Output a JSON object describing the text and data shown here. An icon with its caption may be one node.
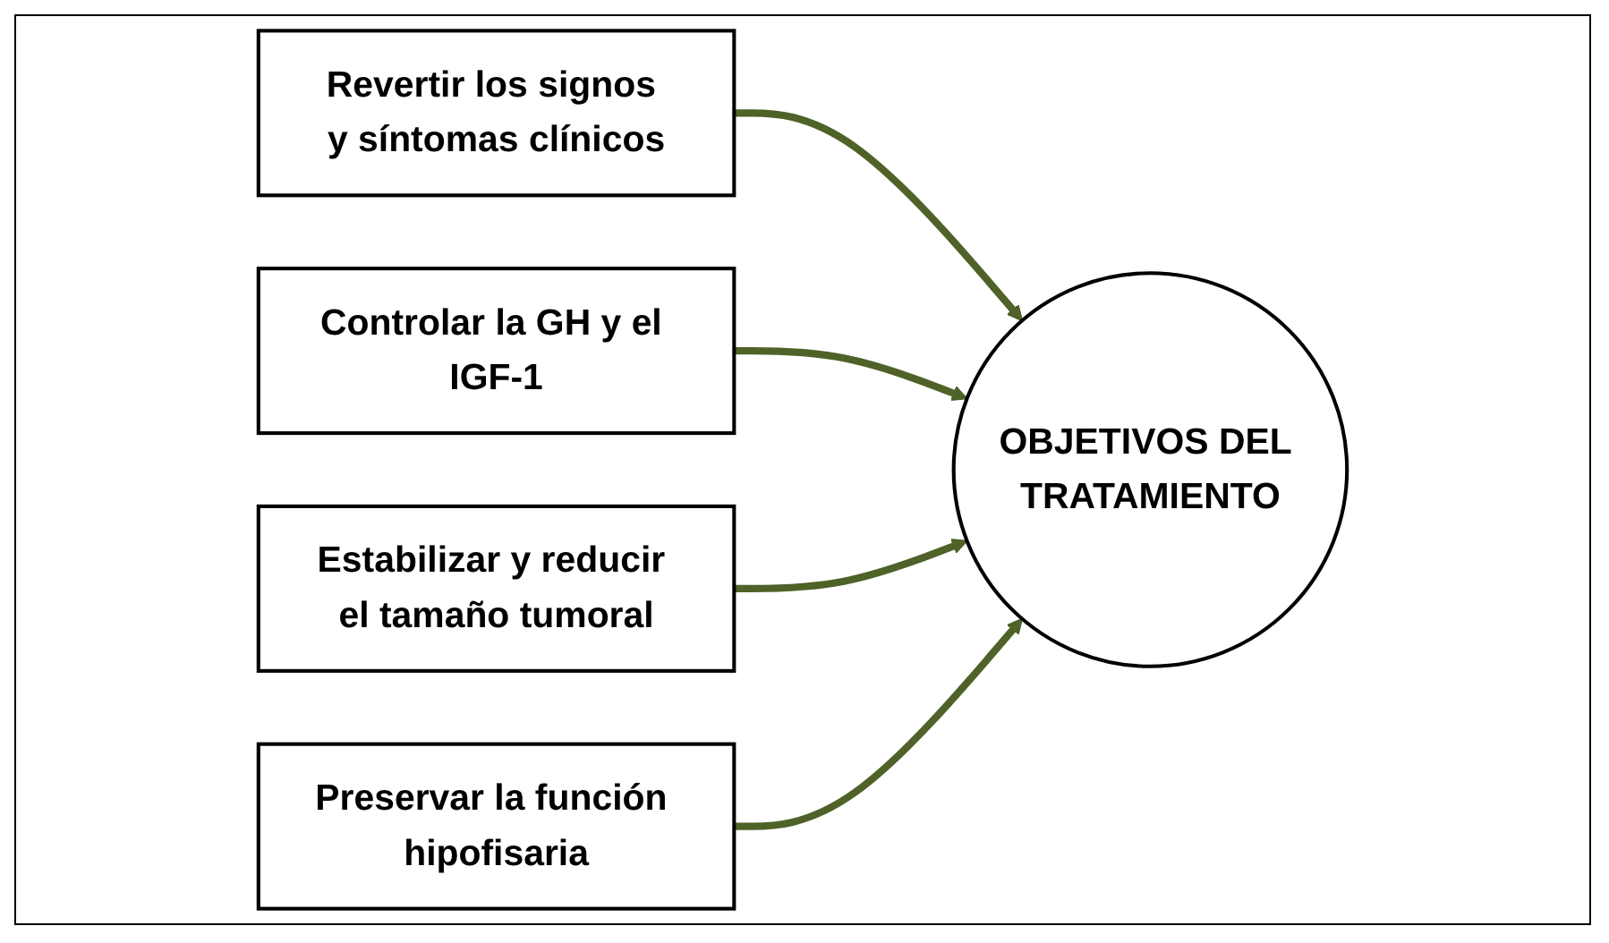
{
  "diagram": {
    "nodes": [
      {
        "text": [
          "Revertir los signos y síntomas clínicos"
        ]
      },
      {
        "text": [
          "Controlar la GH y el IGF-1"
        ]
      },
      {
        "text": [
          "OBJETIVOS DEL TRATAMIENTO"
        ]
      },
      {
        "text": [
          "Estabilizar y reducir el tamaño tumoral"
        ]
      },
      {
        "text": [
          "Preservar la función hipofisaria"
        ]
      }
    ],
    "edges": [
      {
        "from": 0,
        "to": 2,
        "arrow": "to"
      },
      {
        "from": 1,
        "to": 2,
        "arrow": "to"
      },
      {
        "from": 3,
        "to": 2,
        "arrow": "to"
      },
      {
        "from": 4,
        "to": 2,
        "arrow": "to"
      }
    ]
  }
}
